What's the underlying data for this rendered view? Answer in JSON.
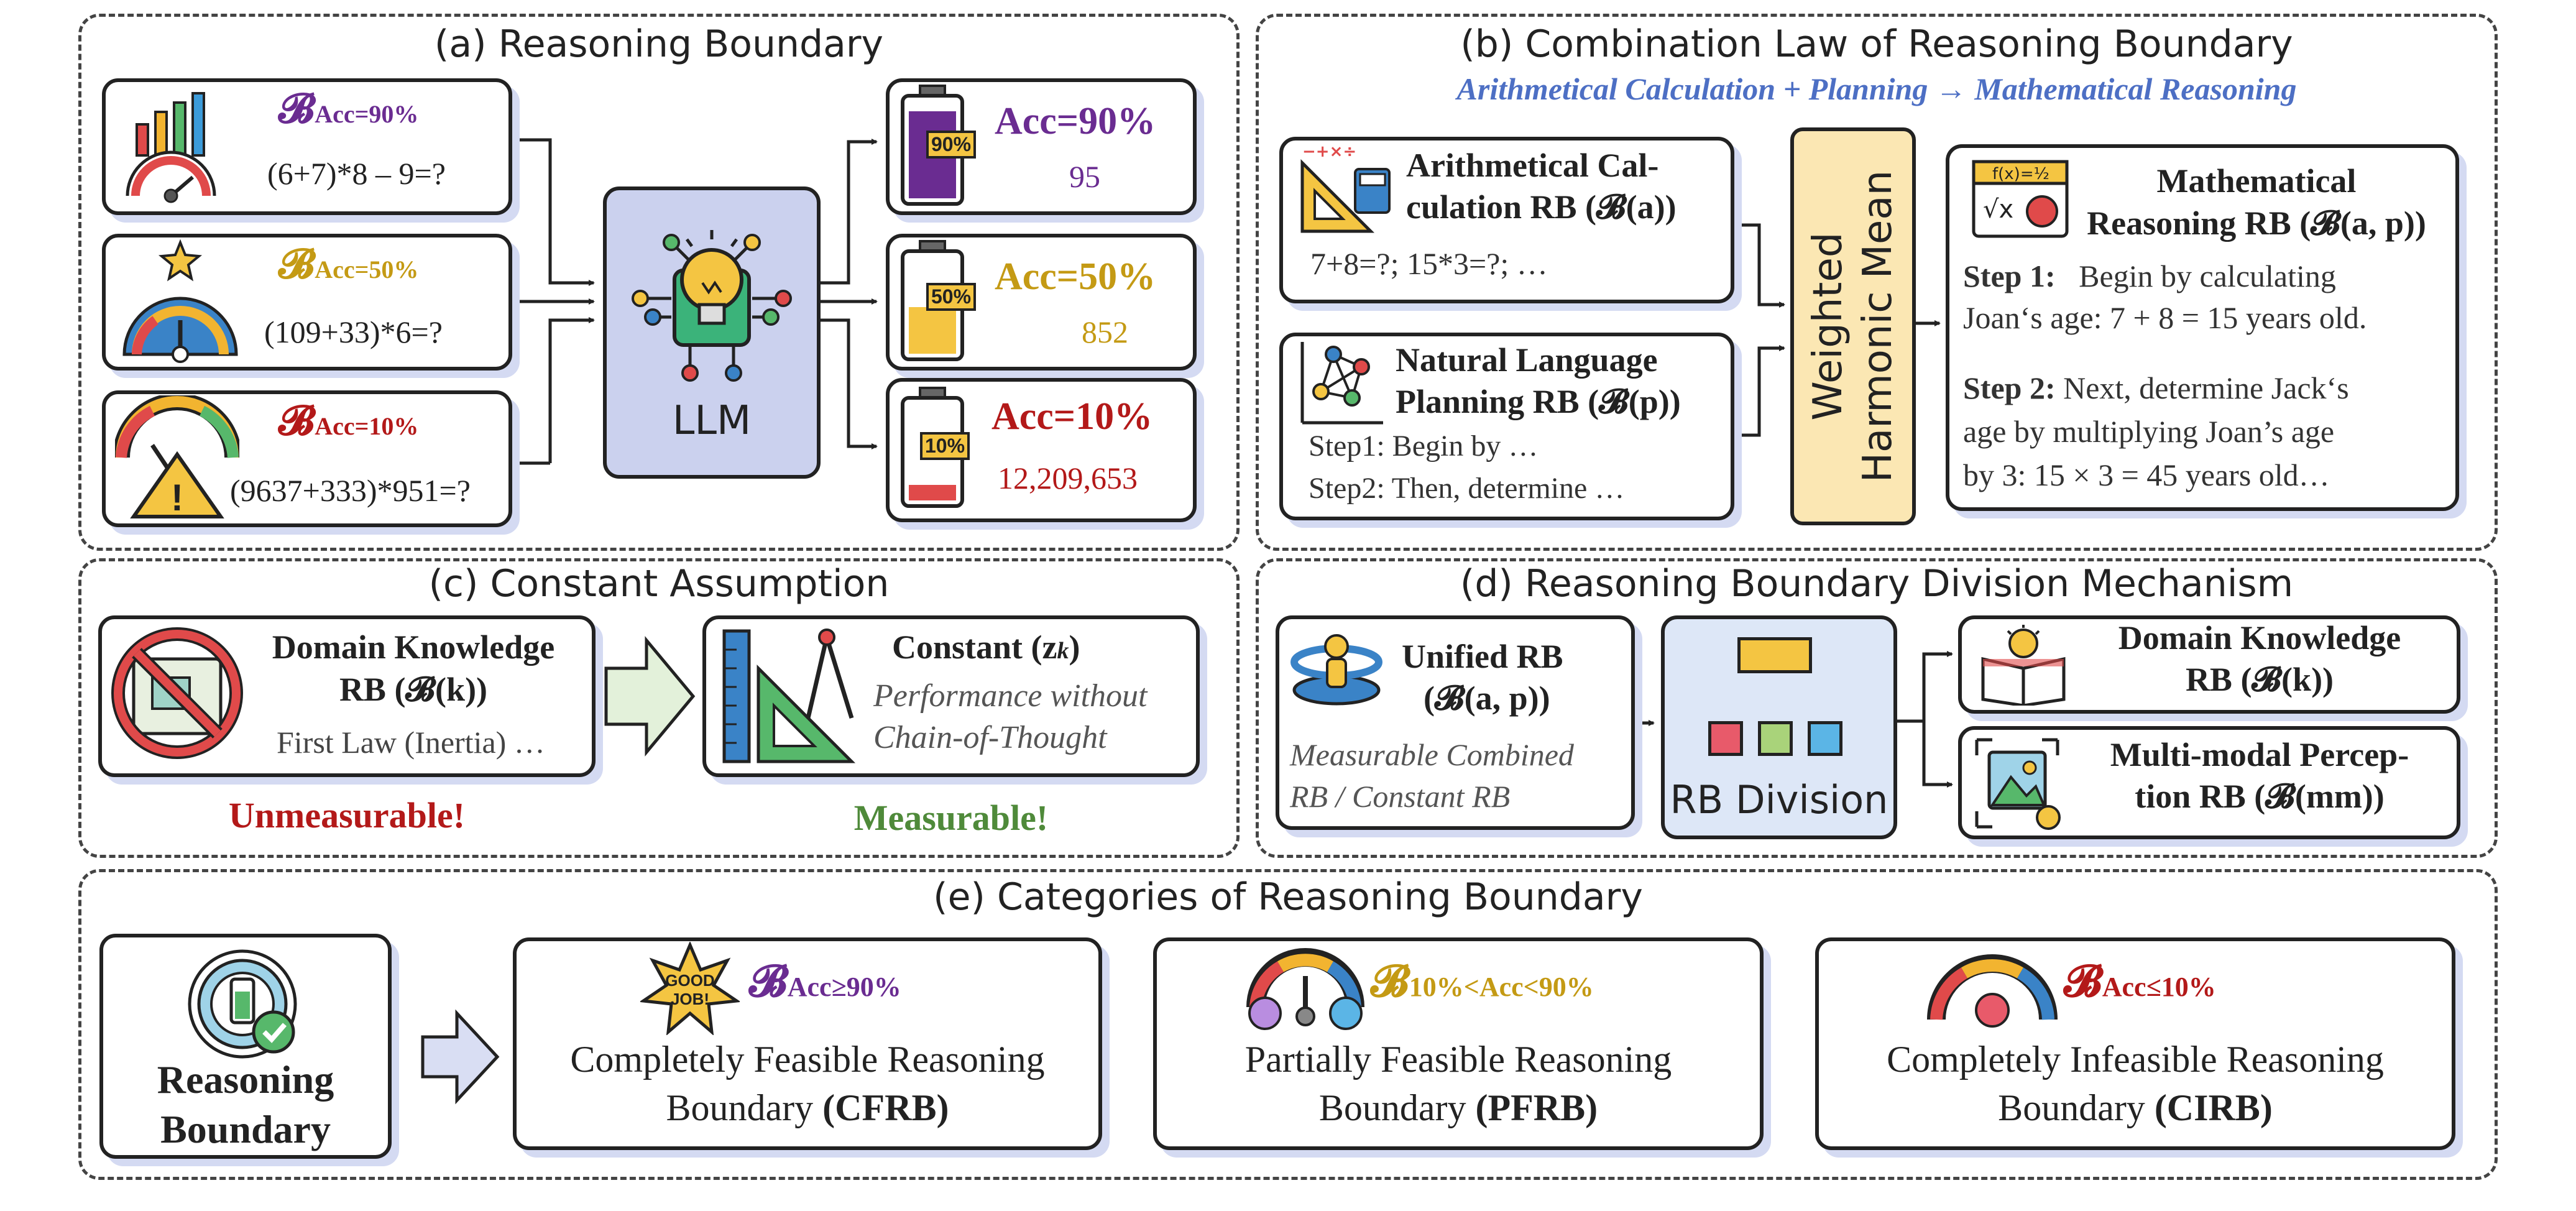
{
  "colors": {
    "purple": "#6a2c91",
    "gold": "#c49a14",
    "red": "#b31919",
    "green": "#4f8a3a",
    "blue": "#4d6fc4",
    "llm_bg": "#cbd1ee",
    "whm_bg": "#fbe7b3",
    "rb_div_bg": "#dde7f7"
  },
  "panel_a": {
    "title": "(a) Reasoning Boundary",
    "inputs": [
      {
        "b": "𝓑",
        "sub": "Acc=90%",
        "q": "(6+7)*8 – 9=?"
      },
      {
        "b": "𝓑",
        "sub": "Acc=50%",
        "q": "(109+33)*6=?"
      },
      {
        "b": "𝓑",
        "sub": "Acc=10%",
        "q": "(9637+333)*951=?"
      }
    ],
    "llm_label": "LLM",
    "outputs": [
      {
        "battery": "90%",
        "acc": "Acc=90%",
        "ans": "95"
      },
      {
        "battery": "50%",
        "acc": "Acc=50%",
        "ans": "852"
      },
      {
        "battery": "10%",
        "acc": "Acc=10%",
        "ans": "12,209,653"
      }
    ]
  },
  "panel_b": {
    "title": "(b) Combination Law of Reasoning Boundary",
    "subtitle": "Arithmetical Calculation + Planning → Mathematical Reasoning",
    "arith": {
      "title_line1": "Arithmetical Cal-",
      "title_line2": "culation RB (𝓑(a))",
      "body": "7+8=?; 15*3=?; …"
    },
    "plan": {
      "title_line1": "Natural Language",
      "title_line2": "Planning RB (𝓑(p))",
      "body_line1": "Step1: Begin by …",
      "body_line2": "Step2: Then, determine …"
    },
    "whm_line1": "Weighted",
    "whm_line2": "Harmonic Mean",
    "math": {
      "title_line1": "Mathematical",
      "title_line2": "Reasoning RB (𝓑(a, p))",
      "step1_label": "Step 1:",
      "step1_l1": "Begin by calculating",
      "step1_l2": "Joan‘s age: 7 + 8 = 15 years old.",
      "step2_label": "Step 2:",
      "step2_l1": "Next, determine Jack‘s",
      "step2_l2": "age by multiplying Joan’s age",
      "step2_l3": "by 3: 15 × 3 = 45 years old…"
    }
  },
  "panel_c": {
    "title": "(c) Constant Assumption",
    "left": {
      "title_line1": "Domain Knowledge",
      "title_line2": "RB (𝓑(k))",
      "body": "First Law (Inertia) …"
    },
    "right": {
      "title": "Constant (z",
      "title_sub": "k",
      "title_end": ")",
      "body_line1": "Performance without",
      "body_line2": "Chain-of-Thought"
    },
    "unmeasurable": "Unmeasurable!",
    "measurable": "Measurable!"
  },
  "panel_d": {
    "title": "(d) Reasoning Boundary Division Mechanism",
    "unified": {
      "title_line1": "Unified RB",
      "title_line2": "(𝓑(a, p))",
      "body_line1": "Measurable Combined",
      "body_line2": "RB / Constant RB"
    },
    "division_label": "RB Division",
    "domain": {
      "line1": "Domain Knowledge",
      "line2": "RB (𝓑(k))"
    },
    "mm": {
      "line1": "Multi-modal Percep-",
      "line2": "tion RB (𝓑(mm))"
    }
  },
  "panel_e": {
    "title": "(e) Categories of Reasoning Boundary",
    "source_line1": "Reasoning",
    "source_line2": "Boundary",
    "good_job": "GOOD JOB!",
    "cats": [
      {
        "b": "𝓑",
        "sub": "Acc≥90%",
        "line1": "Completely Feasible Reasoning",
        "line2_pre": "Boundary ",
        "line2_bold": "(CFRB)"
      },
      {
        "b": "𝓑",
        "sub": "10%<Acc<90%",
        "line1": "Partially Feasible Reasoning",
        "line2_pre": "Boundary ",
        "line2_bold": "(PFRB)"
      },
      {
        "b": "𝓑",
        "sub": "Acc≤10%",
        "line1": "Completely Infeasible Reasoning",
        "line2_pre": "Boundary ",
        "line2_bold": "(CIRB)"
      }
    ]
  }
}
